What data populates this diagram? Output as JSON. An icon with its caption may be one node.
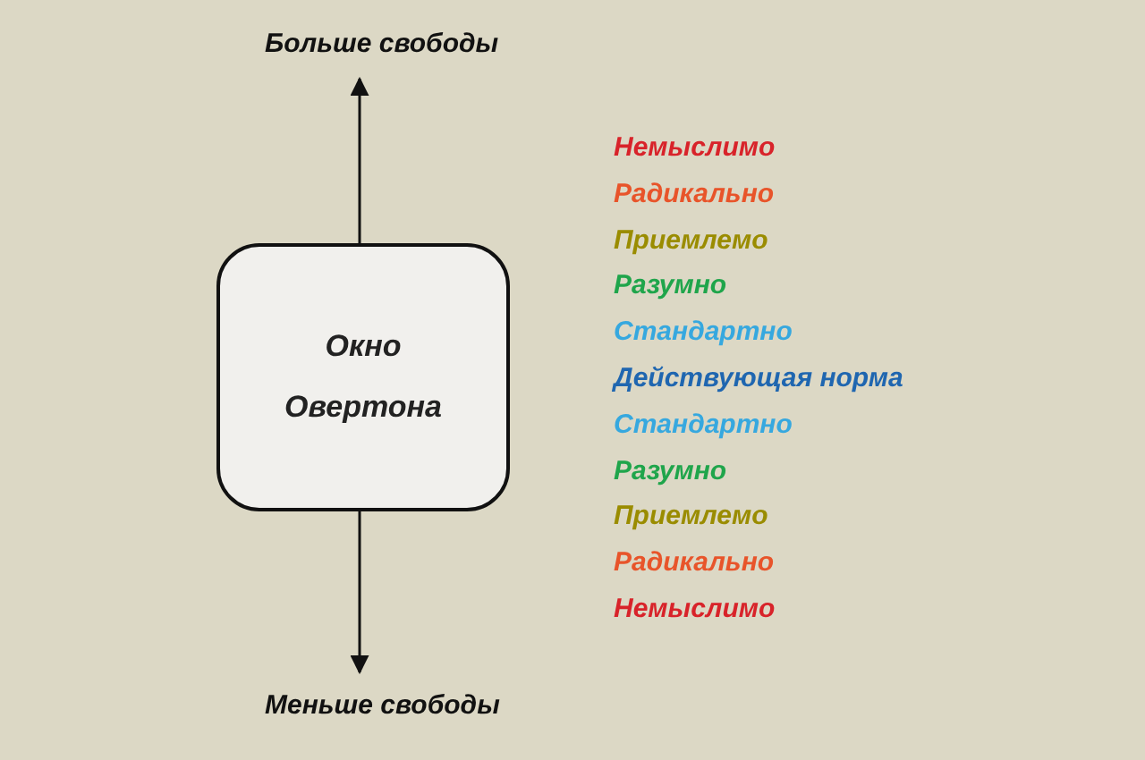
{
  "diagram": {
    "nodes": [
      {
        "text": [
          "Окно Овертона"
        ]
      }
    ],
    "labels": [
      "Больше свободы",
      "Немыслимо",
      "Радикально",
      "Приемлемо",
      "Разумно",
      "Стандартно",
      "Действующая норма",
      "Стандартно",
      "Разумно",
      "Приемлемо",
      "Радикально",
      "Немыслимо",
      "Меньше свободы"
    ]
  }
}
